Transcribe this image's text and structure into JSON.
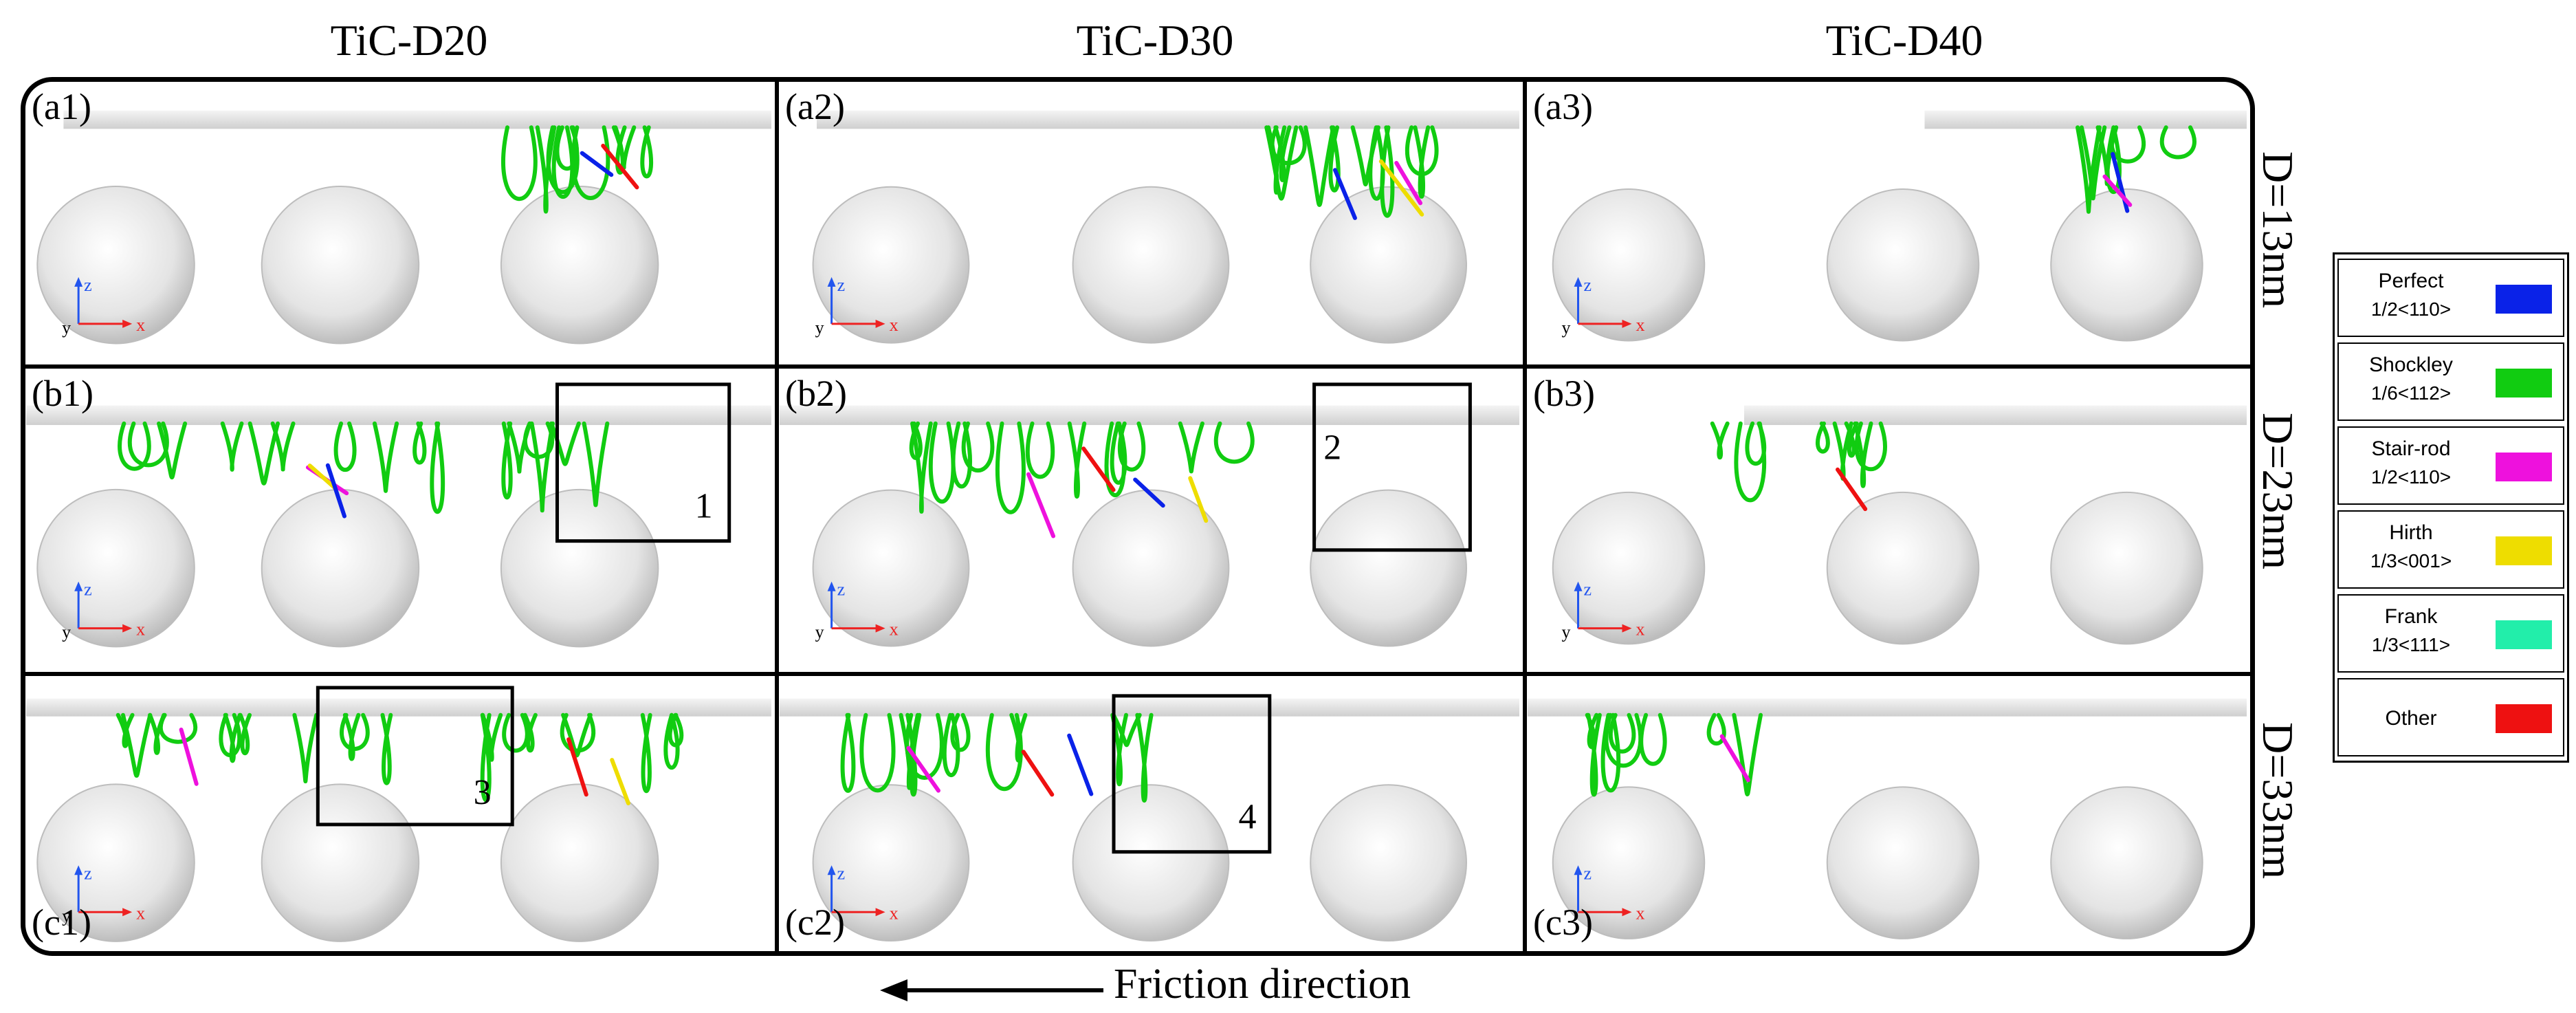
{
  "columns": [
    "TiC-D20",
    "TiC-D30",
    "TiC-D40"
  ],
  "rows": [
    "D=13nm",
    "D=23nm",
    "D=33nm"
  ],
  "panels": {
    "a1": "(a1)",
    "a2": "(a2)",
    "a3": "(a3)",
    "b1": "(b1)",
    "b2": "(b2)",
    "b3": "(b3)",
    "c1": "(c1)",
    "c2": "(c2)",
    "c3": "(c3)"
  },
  "boxes": [
    "1",
    "2",
    "3",
    "4"
  ],
  "axes": {
    "z": "z",
    "y": "y",
    "x": "x"
  },
  "legend": [
    {
      "name": "Perfect",
      "burgers": "1/2<110>",
      "color": "#0a22e8"
    },
    {
      "name": "Shockley",
      "burgers": "1/6<112>",
      "color": "#11cc11"
    },
    {
      "name": "Stair-rod",
      "burgers": "1/2<110>",
      "color": "#ee11dd"
    },
    {
      "name": "Hirth",
      "burgers": "1/3<001>",
      "color": "#eedd00"
    },
    {
      "name": "Frank",
      "burgers": "1/3<111>",
      "color": "#22eeaa"
    },
    {
      "name": "Other",
      "burgers": "",
      "color": "#ee1111"
    }
  ],
  "footer": {
    "label": "Friction direction"
  }
}
